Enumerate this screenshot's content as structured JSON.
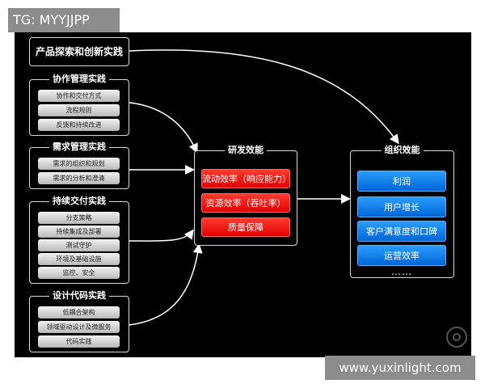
{
  "watermark_top": "TG: MYYJJPP",
  "watermark_bottom": "www.yuxinlight.com",
  "left": {
    "product": "产品探索和创新实践",
    "collab": {
      "title": "协作管理实践",
      "items": [
        "协作和交付方式",
        "流程规则",
        "反馈和持续改进"
      ]
    },
    "demand": {
      "title": "需求管理实践",
      "items": [
        "需求的组织和规划",
        "需求的分析和澄清"
      ]
    },
    "delivery": {
      "title": "持续交付实践",
      "items": [
        "分支策略",
        "持续集成及部署",
        "测试守护",
        "环境及基础设施",
        "监控、安全"
      ]
    },
    "design": {
      "title": "设计代码实践",
      "items": [
        "低耦合架构",
        "领域驱动设计及微服务",
        "代码实践"
      ]
    }
  },
  "rd": {
    "title": "研发效能",
    "items": [
      "流动效率（响应能力）",
      "资源效率（吞吐率）",
      "质量保障"
    ]
  },
  "org": {
    "title": "组织效能",
    "items": [
      "利润",
      "用户增长",
      "客户满意度和口碑",
      "运营效率"
    ],
    "more": "……"
  },
  "colors": {
    "background": "#000000",
    "red": "#e00000",
    "blue": "#0066d6",
    "pill": "#d0d0d0",
    "border": "#d9d9d9"
  }
}
